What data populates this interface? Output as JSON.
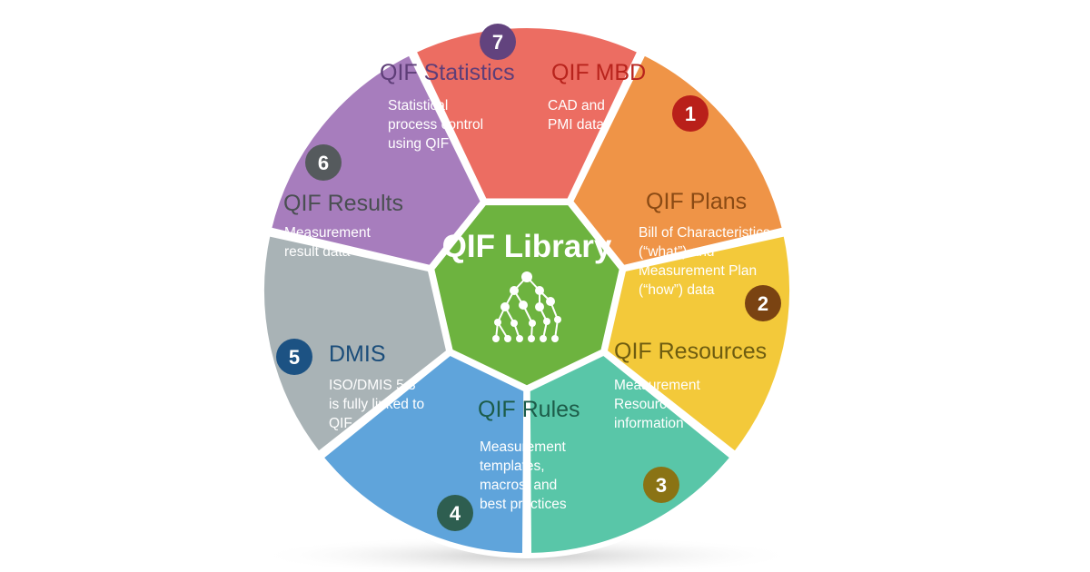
{
  "center": {
    "title": "QIF Library",
    "icon": "hierarchy-tree-icon",
    "color": "#6db33f"
  },
  "segments": [
    {
      "num": "1",
      "title": "QIF MBD",
      "title_color": "#b8231c",
      "color": "#ec6d62",
      "badge_color": "#b9201a",
      "desc": [
        "CAD and",
        "PMI data"
      ]
    },
    {
      "num": "2",
      "title": "QIF Plans",
      "title_color": "#8a4a14",
      "color": "#ef9447",
      "badge_color": "#7a4312",
      "desc": [
        "Bill of Characteristics",
        "(“what”) and",
        "Measurement Plan",
        "(“how”) data"
      ]
    },
    {
      "num": "3",
      "title": "QIF Resources",
      "title_color": "#6e5c10",
      "color": "#f3c93a",
      "badge_color": "#8a7314",
      "desc": [
        "Measurement",
        "Resource",
        "information"
      ]
    },
    {
      "num": "4",
      "title": "QIF Rules",
      "title_color": "#1c5c49",
      "color": "#59c6a8",
      "badge_color": "#2e5e50",
      "desc": [
        "Measurement",
        "templates,",
        "macros, and",
        "best practices"
      ]
    },
    {
      "num": "5",
      "title": "DMIS",
      "title_color": "#1b4d7a",
      "color": "#5fa4db",
      "badge_color": "#1c5283",
      "desc": [
        "ISO/DMIS  5.3",
        "is fully linked to",
        "QIF"
      ]
    },
    {
      "num": "6",
      "title": "QIF Results",
      "title_color": "#4a4f52",
      "color": "#a9b3b6",
      "badge_color": "#555a5d",
      "desc": [
        "Measurement",
        "result data"
      ]
    },
    {
      "num": "7",
      "title": "QIF Statistics",
      "title_color": "#5e3e78",
      "color": "#a77dbd",
      "badge_color": "#62437e",
      "desc": [
        "Statistical",
        "process control",
        "using QIF"
      ]
    }
  ]
}
